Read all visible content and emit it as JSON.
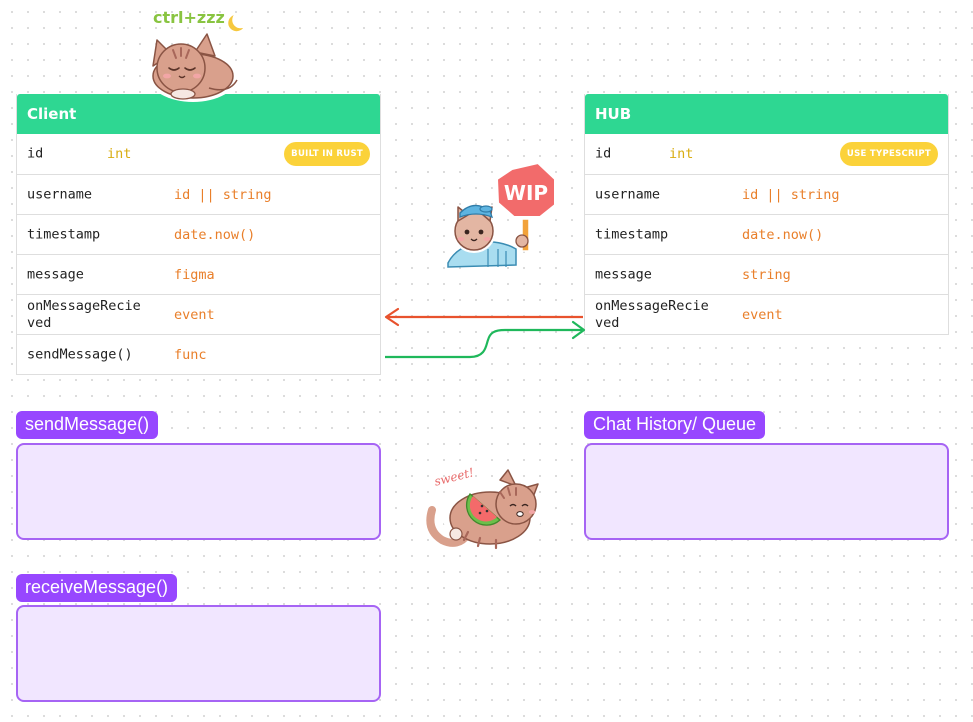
{
  "client_table": {
    "title": "Client",
    "badge": "BUILT IN RUST",
    "rows": [
      {
        "name": "id",
        "type": "int"
      },
      {
        "name": "username",
        "type": "id || string"
      },
      {
        "name": "timestamp",
        "type": "date.now()"
      },
      {
        "name": "message",
        "type": "figma"
      },
      {
        "name": "onMessageRecie\nved",
        "type": "event"
      },
      {
        "name": "sendMessage()",
        "type": "func"
      }
    ]
  },
  "hub_table": {
    "title": "HUB",
    "badge": "USE TYPESCRIPT",
    "rows": [
      {
        "name": "id",
        "type": "int"
      },
      {
        "name": "username",
        "type": "id || string"
      },
      {
        "name": "timestamp",
        "type": "date.now()"
      },
      {
        "name": "message",
        "type": "string"
      },
      {
        "name": "onMessageRecie\nved",
        "type": "event"
      }
    ]
  },
  "sections": {
    "send": "sendMessage()",
    "receive": "receiveMessage()",
    "history": "Chat History/ Queue"
  },
  "stickers": {
    "sleep_text": "ctrl+zzz",
    "wip_text": "WIP",
    "sweet_text": "sweet!"
  },
  "colors": {
    "header_green": "#2ed792",
    "type_orange": "#e97f2a",
    "type_yellow": "#d9ad12",
    "badge_yellow": "#fbd23a",
    "section_purple": "#9747ff",
    "box_fill": "#f1e6ff",
    "arrow_red": "#e8522d",
    "arrow_green": "#1fb85b"
  },
  "icons": [
    "sleeping-cat-icon",
    "moon-icon",
    "wip-cat-icon",
    "stop-sign-icon",
    "watermelon-cat-icon"
  ]
}
